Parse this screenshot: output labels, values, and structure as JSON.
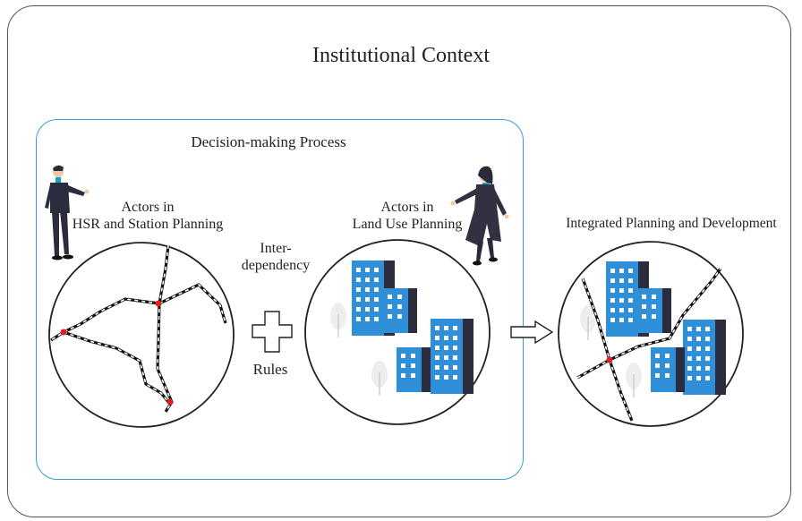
{
  "title": "Institutional Context",
  "process": {
    "label": "Decision-making Process",
    "actors_hsr": [
      "Actors in",
      "HSR and Station Planning"
    ],
    "actors_land": [
      "Actors in",
      "Land Use Planning"
    ],
    "interdependency": [
      "Inter-",
      "dependency"
    ],
    "rules": "Rules"
  },
  "result": {
    "label": "Integrated Planning and Development"
  },
  "colors": {
    "frame": "#555555",
    "process_border": "#3a9bd8",
    "building_blue": "#2f8fd8",
    "building_dark": "#2c2c3f",
    "node_red": "#e02020"
  },
  "icons": [
    "man-figure-icon",
    "woman-figure-icon",
    "rail-network-icon",
    "buildings-icon",
    "plus-icon",
    "arrow-right-icon",
    "tree-icon"
  ]
}
